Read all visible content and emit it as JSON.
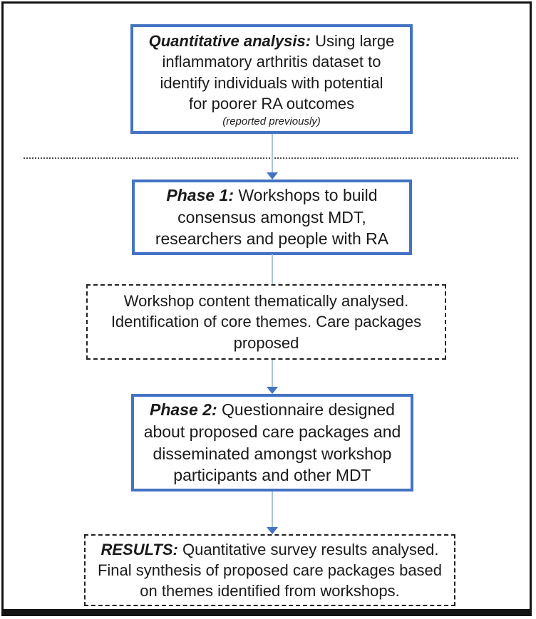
{
  "flowchart": {
    "colors": {
      "box_border_blue": "#4472c4",
      "arrow_line": "#aac4dc",
      "arrow_head": "#4472c4",
      "dashed_border": "#222222",
      "frame": "#141414",
      "text": "#1a1a1a"
    },
    "boxes": [
      {
        "id": "quantitative-analysis",
        "style": "solid-blue",
        "prefix": "Quantitative analysis:",
        "body": " Using large\ninflammatory arthritis dataset to\nidentify individuals with potential\nfor poorer RA outcomes",
        "note": "(reported previously)"
      },
      {
        "id": "phase-1",
        "style": "solid-blue",
        "prefix": "Phase 1:",
        "body": " Workshops to build\nconsensus amongst MDT,\nresearchers and people with RA"
      },
      {
        "id": "workshop-analysis",
        "style": "dashed-black",
        "body": "Workshop content thematically analysed.\nIdentification of core themes. Care packages\nproposed"
      },
      {
        "id": "phase-2",
        "style": "solid-blue",
        "prefix": "Phase 2:",
        "body": " Questionnaire designed\nabout proposed care packages and\ndisseminated amongst workshop\nparticipants and other MDT"
      },
      {
        "id": "results",
        "style": "dashed-black",
        "prefix": "RESULTS:",
        "body": " Quantitative survey results analysed.\nFinal synthesis of proposed care packages based\non themes identified from workshops."
      }
    ]
  }
}
